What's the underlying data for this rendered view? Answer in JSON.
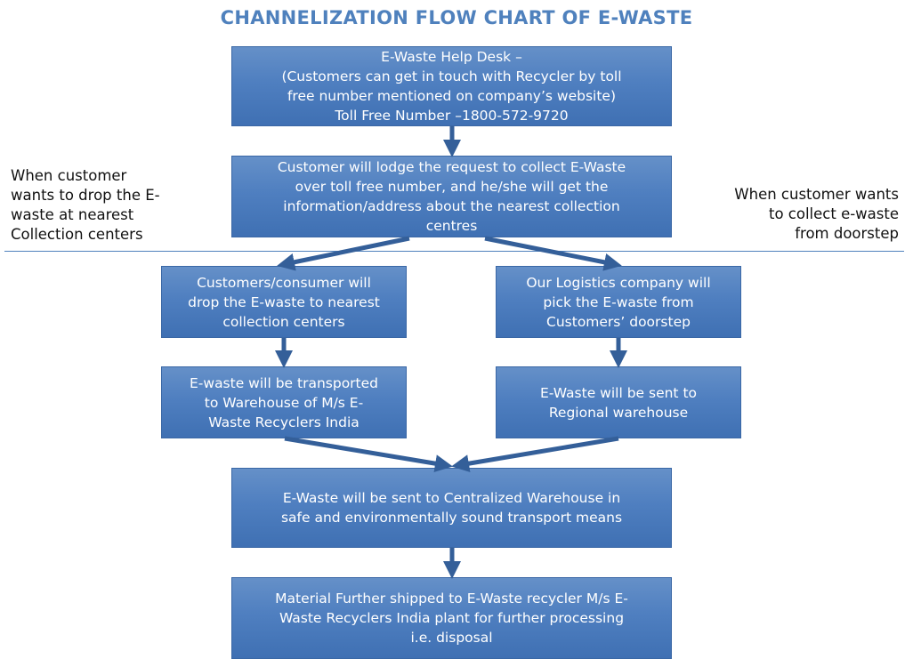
{
  "title": "CHANNELIZATION FLOW CHART OF E-WASTE",
  "colors": {
    "title": "#4f81bd",
    "box_fill": "#4f7fc0",
    "arrow": "#345f99",
    "divider": "#4f81bd"
  },
  "branch_labels": {
    "left": "When customer\nwants to drop the E-\nwaste at nearest\nCollection centers",
    "right": "When customer wants\nto collect e-waste\nfrom doorstep"
  },
  "steps": {
    "help_desk": "E-Waste Help Desk –\n(Customers can get in touch with Recycler by toll\nfree number mentioned on company’s website)\nToll Free Number –1800-572-9720",
    "lodge_request": "Customer will lodge the request to collect E-Waste\nover toll free number, and he/she will get the\ninformation/address about the nearest collection\ncentres",
    "drop_off": "Customers/consumer will\ndrop the E-waste to nearest\ncollection centers",
    "pickup": "Our Logistics company will\npick the E-waste from\nCustomers’ doorstep",
    "transport_warehouse": "E-waste will be transported\nto Warehouse of M/s E-\nWaste Recyclers India",
    "regional_warehouse": "E-Waste will be sent to\nRegional warehouse",
    "centralized_warehouse": "E-Waste will be sent to Centralized Warehouse in\nsafe and environmentally sound transport means",
    "recycler_plant": "Material Further shipped to E-Waste recycler M/s E-\nWaste Recyclers India plant for further processing\ni.e. disposal"
  },
  "connections": [
    {
      "from": "help_desk",
      "to": "lodge_request"
    },
    {
      "from": "lodge_request",
      "to": "drop_off"
    },
    {
      "from": "lodge_request",
      "to": "pickup"
    },
    {
      "from": "drop_off",
      "to": "transport_warehouse"
    },
    {
      "from": "pickup",
      "to": "regional_warehouse"
    },
    {
      "from": "transport_warehouse",
      "to": "centralized_warehouse"
    },
    {
      "from": "regional_warehouse",
      "to": "centralized_warehouse"
    },
    {
      "from": "centralized_warehouse",
      "to": "recycler_plant"
    }
  ]
}
